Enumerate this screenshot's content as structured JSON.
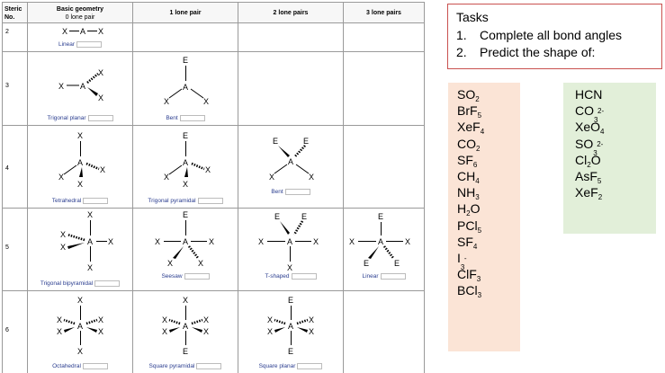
{
  "table": {
    "headers": {
      "steric": [
        "Steric",
        "No."
      ],
      "basic": [
        "Basic geometry",
        "0 lone pair"
      ],
      "one": "1 lone pair",
      "two": "2 lone pairs",
      "three": "3 lone pairs"
    },
    "rows": [
      {
        "steric_no": "2",
        "cells": [
          {
            "shape": "Linear"
          },
          null,
          null,
          null
        ]
      },
      {
        "steric_no": "3",
        "cells": [
          {
            "shape": "Trigonal planar"
          },
          {
            "shape": "Bent"
          },
          null,
          null
        ]
      },
      {
        "steric_no": "4",
        "cells": [
          {
            "shape": "Tetrahedral"
          },
          {
            "shape": "Trigonal pyramidal"
          },
          {
            "shape": "Bent"
          },
          null
        ]
      },
      {
        "steric_no": "5",
        "cells": [
          {
            "shape": "Trigonal bipyramidal"
          },
          {
            "shape": "Seesaw"
          },
          {
            "shape": "T-shaped"
          },
          {
            "shape": "Linear"
          }
        ]
      },
      {
        "steric_no": "6",
        "cells": [
          {
            "shape": "Octahedral"
          },
          {
            "shape": "Square pyramidal"
          },
          {
            "shape": "Square planar"
          },
          null
        ]
      }
    ],
    "atoms": {
      "central": "A",
      "ligand": "X",
      "lone_pair": "E",
      "bond": "—"
    }
  },
  "tasks": {
    "title": "Tasks",
    "items": [
      {
        "num": "1.",
        "text": "Complete all bond angles"
      },
      {
        "num": "2.",
        "text": "Predict the shape of:"
      }
    ]
  },
  "molecules_left": [
    {
      "base": "SO",
      "sub": "2"
    },
    {
      "base": "BrF",
      "sub": "5"
    },
    {
      "base": "XeF",
      "sub": "4"
    },
    {
      "base": "CO",
      "sub": "2"
    },
    {
      "base": "SF",
      "sub": "6"
    },
    {
      "base": "CH",
      "sub": "4"
    },
    {
      "base": "NH",
      "sub": "3"
    },
    {
      "base": "H",
      "sub": "2",
      "tail": "O"
    },
    {
      "base": "PCl",
      "sub": "5"
    },
    {
      "base": "SF",
      "sub": "4"
    },
    {
      "base": "I",
      "sub": "3",
      "sup": "-"
    },
    {
      "base": "ClF",
      "sub": "3"
    },
    {
      "base": "BCl",
      "sub": "3"
    }
  ],
  "molecules_right": [
    {
      "base": "HCN"
    },
    {
      "base": "CO",
      "sub": "3",
      "sup": "2-"
    },
    {
      "base": "XeO",
      "sub": "4"
    },
    {
      "base": "SO",
      "sub": "3",
      "sup": "2-"
    },
    {
      "base": "Cl",
      "sub": "2",
      "tail": "O"
    },
    {
      "base": "AsF",
      "sub": "5"
    },
    {
      "base": "XeF",
      "sub": "2"
    }
  ],
  "colors": {
    "tasks_border": "#c9514f",
    "left_list_bg": "#fbe4d6",
    "right_list_bg": "#e2efd9",
    "shape_label": "#2a3d8f",
    "table_border": "#9a9a9a"
  }
}
